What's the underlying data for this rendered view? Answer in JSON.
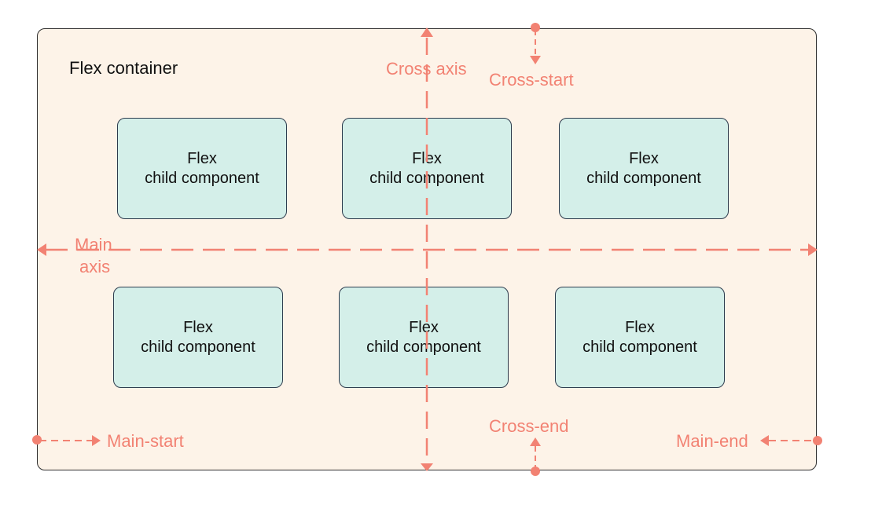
{
  "container": {
    "title": "Flex container"
  },
  "children": [
    {
      "line1": "Flex",
      "line2": "child component"
    },
    {
      "line1": "Flex",
      "line2": "child component"
    },
    {
      "line1": "Flex",
      "line2": "child component"
    },
    {
      "line1": "Flex",
      "line2": "child component"
    },
    {
      "line1": "Flex",
      "line2": "child component"
    },
    {
      "line1": "Flex",
      "line2": "child component"
    }
  ],
  "labels": {
    "cross_axis": "Cross axis",
    "cross_start": "Cross-start",
    "cross_end": "Cross-end",
    "main_axis_line1": "Main",
    "main_axis_line2": "axis",
    "main_start": "Main-start",
    "main_end": "Main-end"
  },
  "colors": {
    "accent": "#f28273",
    "container_fill": "#fdf3e8",
    "child_fill": "#d4efe9",
    "border": "#2f2f2f"
  }
}
